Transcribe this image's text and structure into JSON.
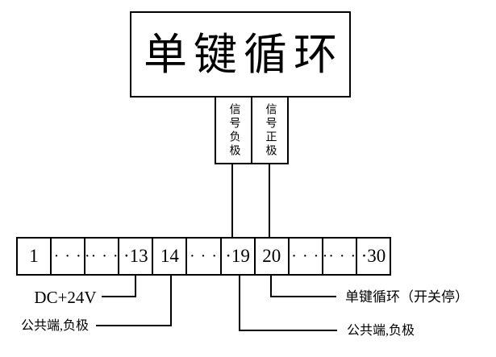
{
  "diagram": {
    "colors": {
      "line": "#000000",
      "background": "#ffffff",
      "text": "#000000"
    },
    "title_box": {
      "label": "单键循环"
    },
    "signal_boxes": [
      {
        "label": "信号负极"
      },
      {
        "label": "信号正极"
      }
    ],
    "terminal_strip": {
      "cells": [
        "1",
        "· · ·",
        "·· · ·",
        "·13",
        "14",
        "· · ·",
        "·19",
        "20",
        "· · ·",
        "·· · ·",
        "·30"
      ]
    },
    "annotations": {
      "dc_24v": "DC+24V",
      "common_negative_left": "公共端,负极",
      "common_negative_right": "公共端,负极",
      "single_key_cycle": "单键循环（开关停）"
    }
  }
}
